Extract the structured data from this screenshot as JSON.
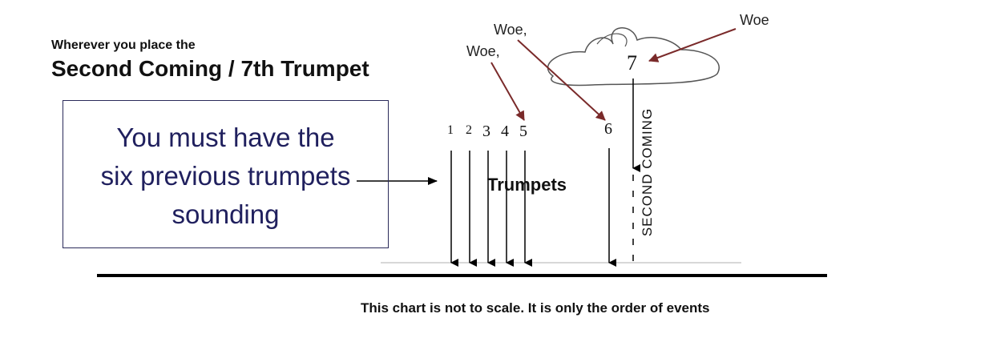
{
  "header": {
    "subtitle": "Wherever you place  the",
    "title": "Second Coming / 7th Trumpet"
  },
  "box": {
    "lines": [
      "You must have the",
      "six previous trumpets",
      "sounding"
    ]
  },
  "trumpets": {
    "label": "Trumpets",
    "numbers": [
      "1",
      "2",
      "3",
      "4",
      "5",
      "6",
      "7"
    ]
  },
  "woes": {
    "first": "Woe,",
    "second": "Woe,",
    "third": "Woe"
  },
  "second_coming_label": "SECOND COMING",
  "caption": "This chart is not to scale. It is only the order of events",
  "colors": {
    "box_text": "#20205e",
    "woe_arrow": "#7a2a2a",
    "line": "#000000"
  }
}
